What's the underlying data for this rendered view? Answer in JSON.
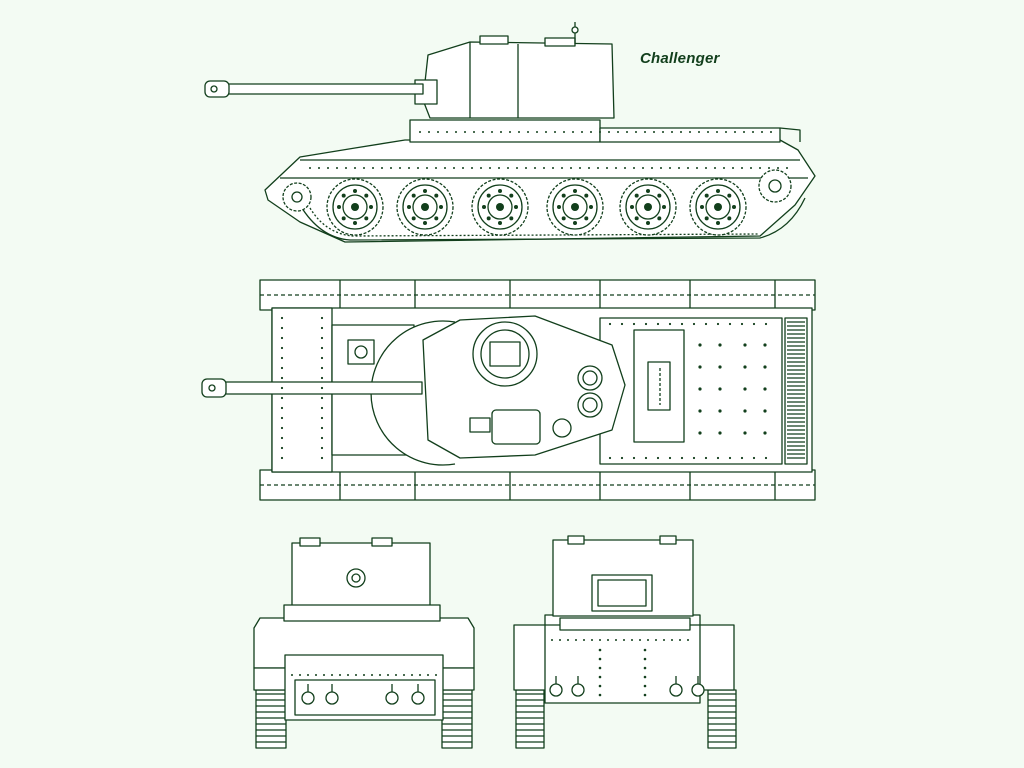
{
  "title": "Challenger",
  "colors": {
    "ink": "#123f1c",
    "paper": "#f3fbf3",
    "fill": "#ffffff"
  },
  "views": [
    "side-view",
    "top-view",
    "front-view",
    "rear-view"
  ]
}
